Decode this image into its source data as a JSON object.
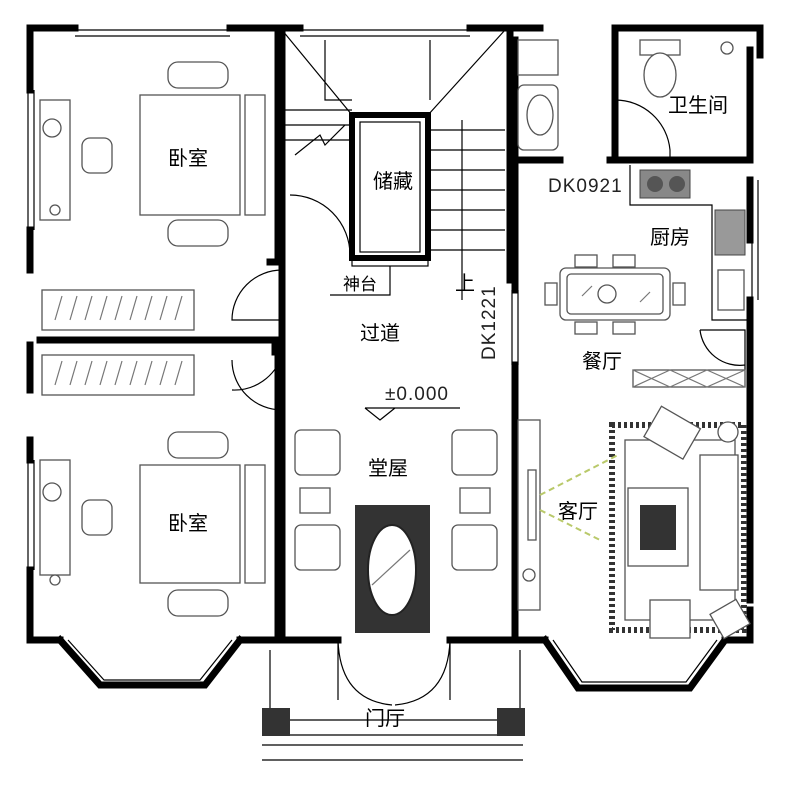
{
  "plan": {
    "rooms": {
      "bedroom_top": "卧室",
      "bedroom_bottom": "卧室",
      "storage": "储藏",
      "shrine": "神台",
      "stairs_up": "上",
      "corridor": "过道",
      "main_hall": "堂屋",
      "entrance_hall": "门厅",
      "bathroom": "卫生间",
      "kitchen": "厨房",
      "dining": "餐厅",
      "living": "客厅"
    },
    "door_codes": {
      "corridor_opening": "DK1221",
      "kitchen_opening": "DK0921"
    },
    "elevation": "±0.000"
  }
}
